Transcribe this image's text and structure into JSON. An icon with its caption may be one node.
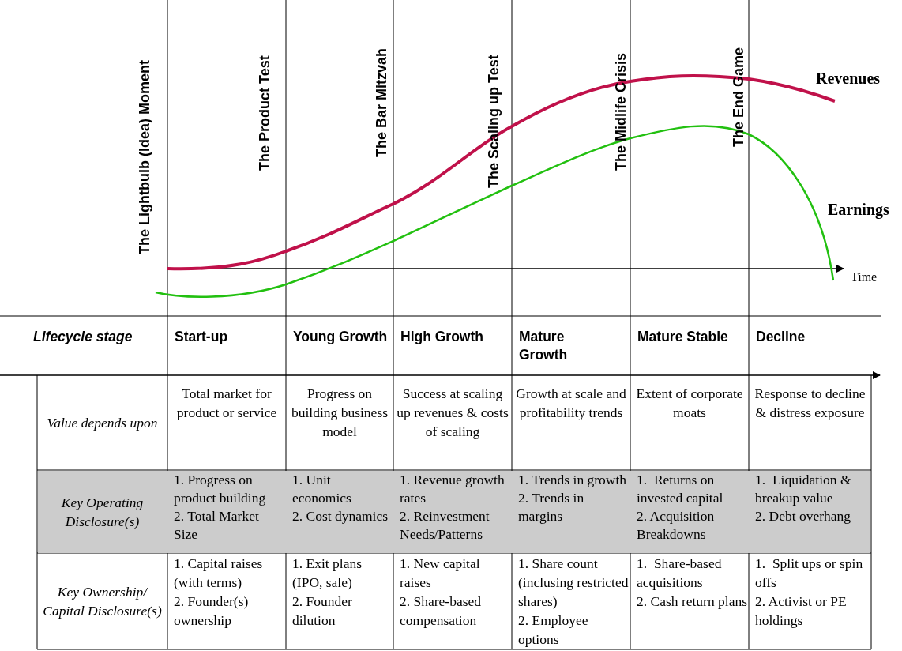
{
  "diagram": {
    "labels": [
      "The Lightbulb (Idea) Moment",
      "The Product Test",
      "The Bar Mitzvah",
      "The Scaling up Test",
      "The Midlife Crisis",
      "The End Game",
      "Revenues",
      "Earnings",
      "Time",
      "Lifecycle stage",
      "Start-up",
      "Young Growth",
      "High Growth",
      "Mature Growth",
      "Mature Stable",
      "Decline",
      "Value depends upon",
      "Total market for product or service",
      "Progress on building business model",
      "Success at scaling up revenues & costs of scaling",
      "Growth at scale and profitability trends",
      "Extent of corporate moats",
      "Response to decline & distress exposure",
      "Key Operating Disclosure(s)",
      "1. Progress on product building",
      "2. Total Market Size",
      "1. Unit economics",
      "2. Cost dynamics",
      "1. Revenue growth rates",
      "2. Reinvestment Needs/Patterns",
      "1. Trends in growth",
      "2. Trends in margins",
      "1.  Returns on invested capital",
      "2. Acquisition Breakdowns",
      "1.  Liquidation & breakup value",
      "2. Debt overhang",
      "Key Ownership/ Capital Disclosure(s)",
      "1. Capital raises (with terms)",
      "2. Founder(s) ownership",
      "1. Exit plans (IPO, sale)",
      "2. Founder dilution",
      "1. New capital raises",
      "2. Share-based compensation",
      "1. Share count (inclusing restricted shares)",
      "2. Employee options",
      "1.  Share-based acquisitions",
      "2. Cash return plans",
      "1.  Split ups or spin offs",
      "2. Activist or PE holdings"
    ]
  }
}
